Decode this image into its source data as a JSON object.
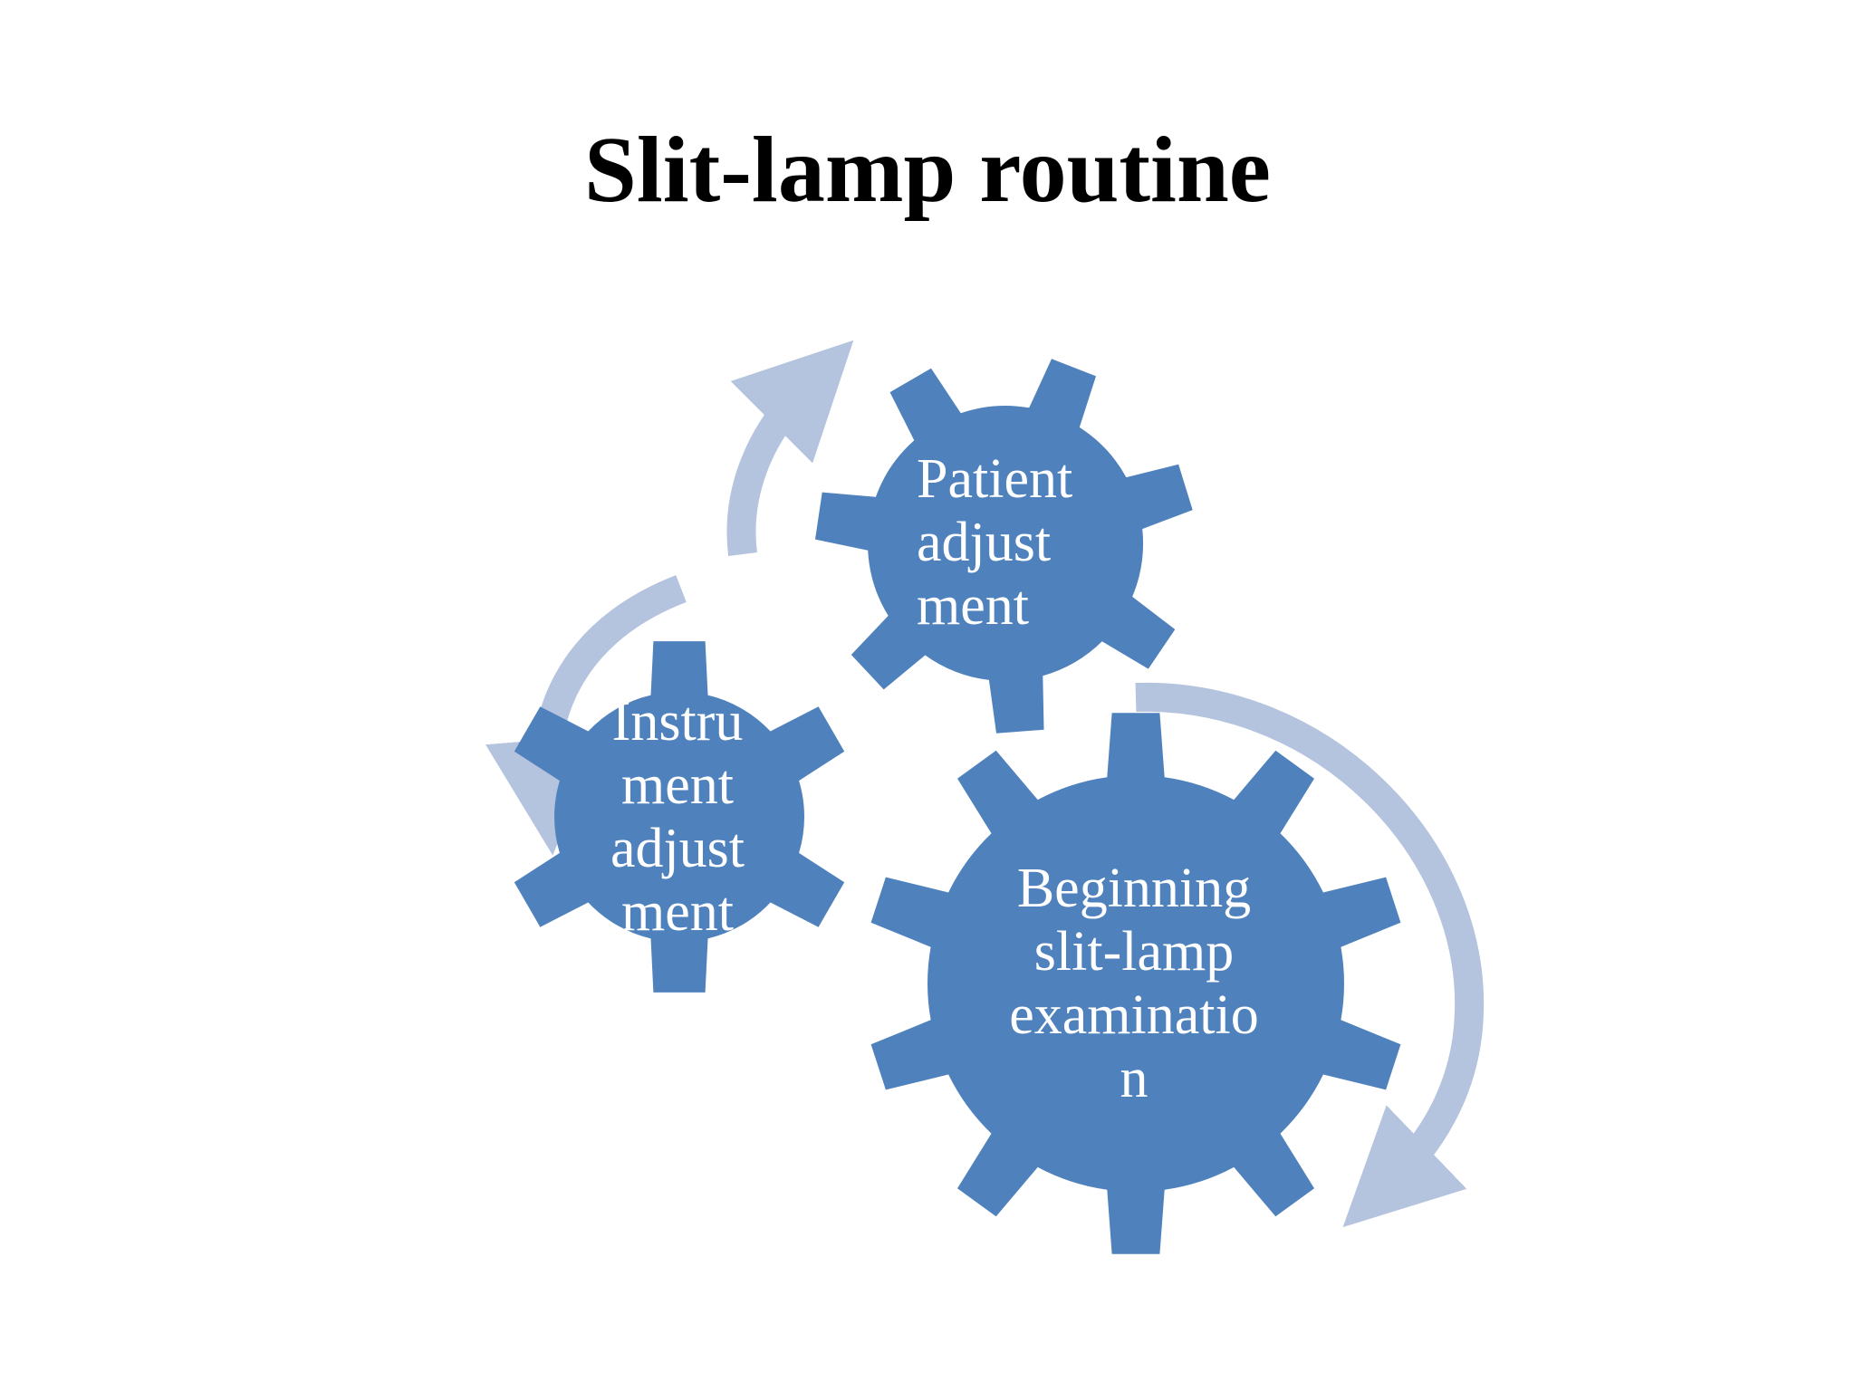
{
  "slide": {
    "title": "Slit-lamp routine"
  },
  "diagram": {
    "gear_color": "#4f81bd",
    "arrow_color": "#b4c3de",
    "gears": [
      {
        "id": "patient",
        "label": "Patient\nadjust\nment"
      },
      {
        "id": "instrument",
        "label": "Instru\nment\nadjust\nment"
      },
      {
        "id": "beginning",
        "label": "Beginning\nslit-lamp\nexaminatio\nn"
      }
    ]
  }
}
